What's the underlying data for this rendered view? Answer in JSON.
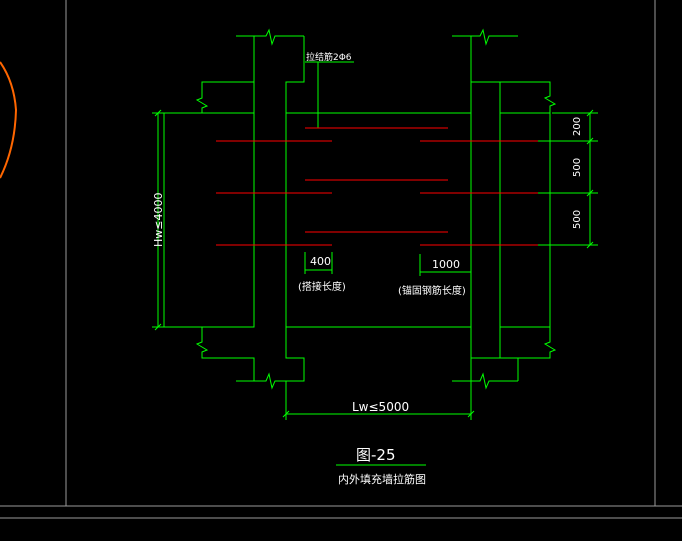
{
  "labels": {
    "rebar_note": "拉结筋2Φ6",
    "dim_400": "400",
    "dim_1000": "1000",
    "note_lap": "(搭接长度)",
    "note_anchor": "(锚固钢筋长度)",
    "dim_200": "200",
    "dim_500_a": "500",
    "dim_500_b": "500",
    "height_limit": "Hw≤4000",
    "width_limit": "Lw≤5000",
    "figure_number": "图-25",
    "figure_caption": "内外填充墙拉筋图"
  },
  "colors": {
    "background": "#000000",
    "structure": "#00ff00",
    "rebar": "#ff0000",
    "text": "#ffffff",
    "frame": "#9a9a9a",
    "arc": "#ff6600"
  }
}
